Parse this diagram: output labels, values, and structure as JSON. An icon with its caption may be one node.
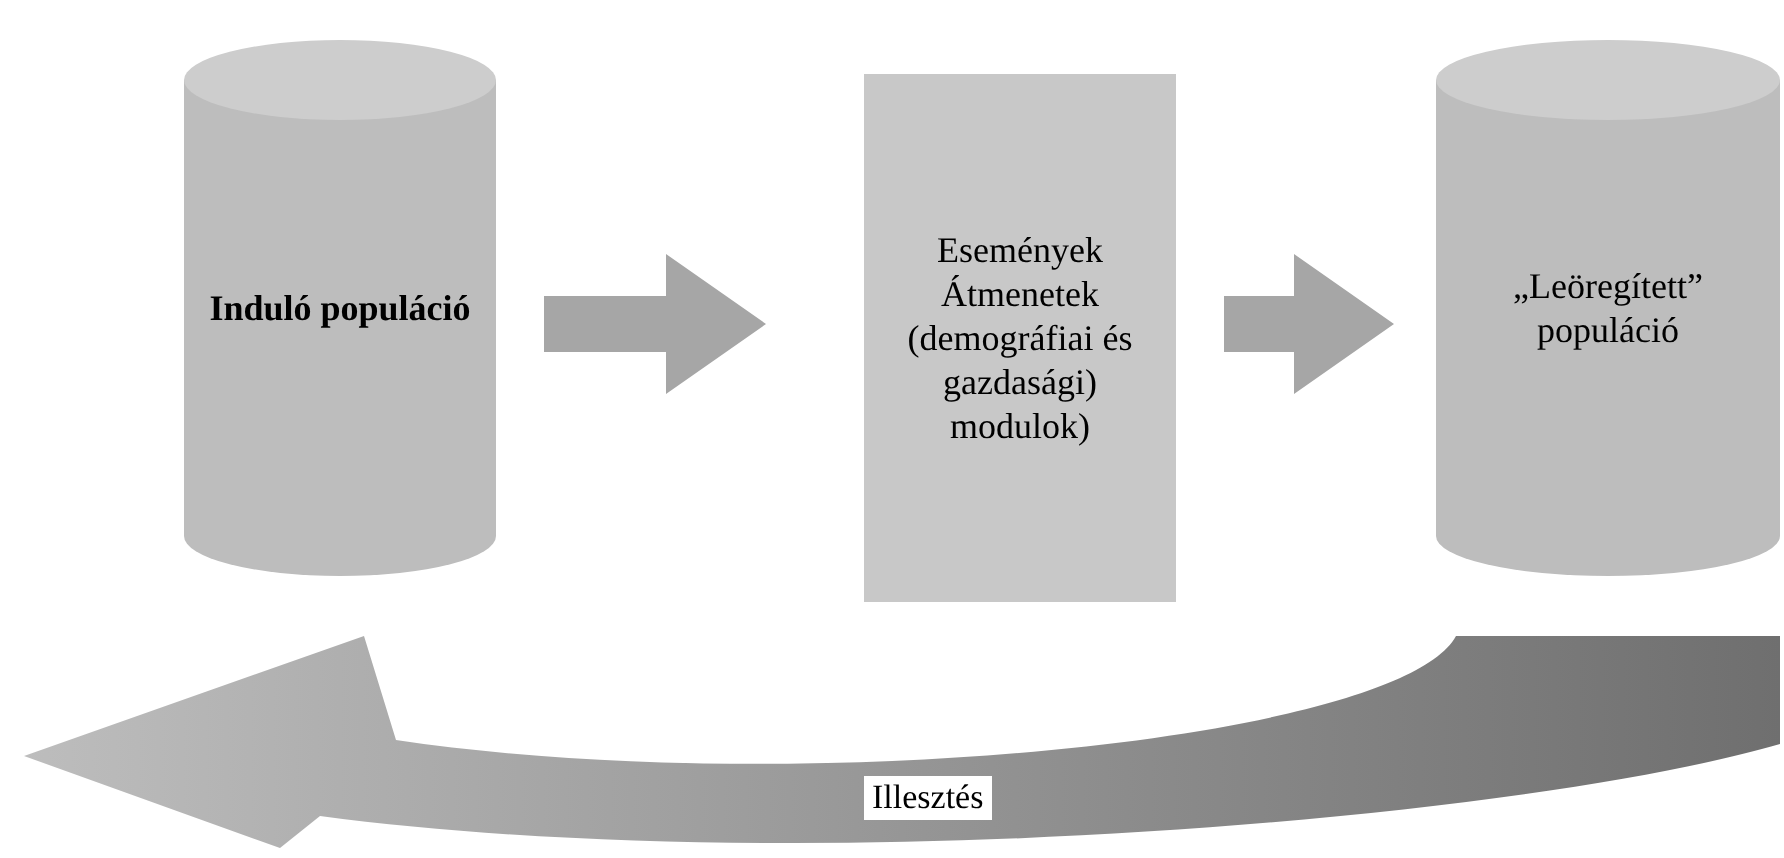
{
  "diagram": {
    "nodes": [
      {
        "text": [
          "Induló populáció"
        ]
      },
      {
        "text": [
          "Események Átmenetek (demográfiai és gazdasági) modulok)"
        ]
      },
      {
        "text": [
          "„Leöregített” populáció"
        ]
      }
    ],
    "edges": [
      {
        "from": 0,
        "to": 1,
        "arrow": "to"
      },
      {
        "from": 1,
        "to": 2,
        "arrow": "to"
      },
      {
        "from": 2,
        "to": 0,
        "arrow": "to",
        "label": "Illesztés",
        "style": "thick"
      }
    ]
  }
}
